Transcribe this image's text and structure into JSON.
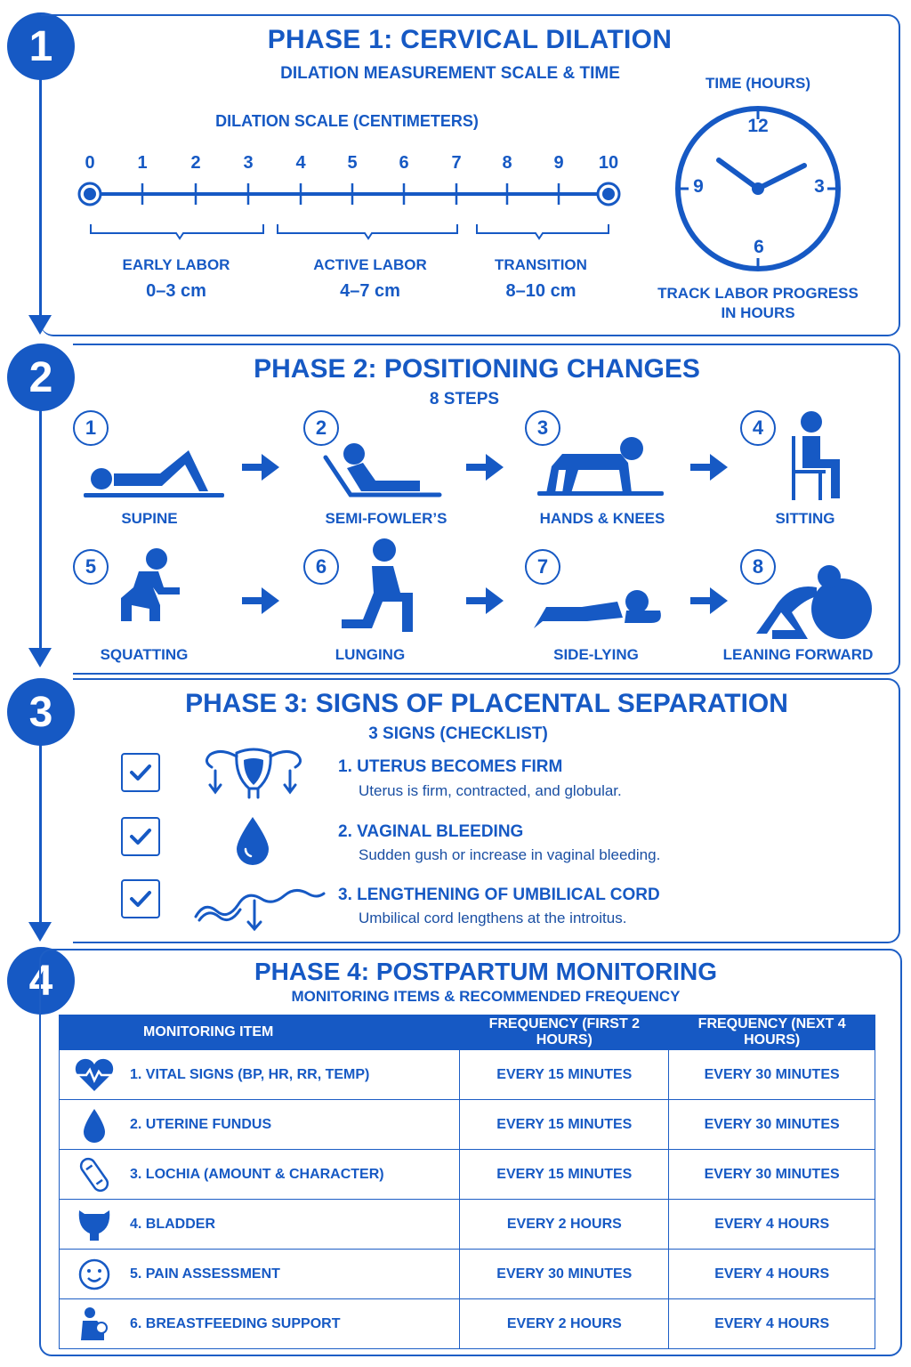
{
  "phase1": {
    "number": "1",
    "title": "PHASE 1: CERVICAL DILATION",
    "subtitle": "DILATION MEASUREMENT SCALE & TIME",
    "scale_label": "DILATION SCALE (CENTIMETERS)",
    "ticks": [
      "0",
      "1",
      "2",
      "3",
      "4",
      "5",
      "6",
      "7",
      "8",
      "9",
      "10"
    ],
    "stages": [
      {
        "name": "EARLY LABOR",
        "range": "0–3 cm"
      },
      {
        "name": "ACTIVE LABOR",
        "range": "4–7 cm"
      },
      {
        "name": "TRANSITION",
        "range": "8–10 cm"
      }
    ],
    "clock": {
      "label": "TIME (HOURS)",
      "n12": "12",
      "n3": "3",
      "n6": "6",
      "n9": "9",
      "caption_line1": "TRACK LABOR PROGRESS",
      "caption_line2": "IN HOURS"
    }
  },
  "phase2": {
    "number": "2",
    "title": "PHASE 2: POSITIONING CHANGES",
    "subtitle": "8 STEPS",
    "steps": [
      {
        "num": "1",
        "name": "SUPINE"
      },
      {
        "num": "2",
        "name": "SEMI-FOWLER’S"
      },
      {
        "num": "3",
        "name": "HANDS & KNEES"
      },
      {
        "num": "4",
        "name": "SITTING"
      },
      {
        "num": "5",
        "name": "SQUATTING"
      },
      {
        "num": "6",
        "name": "LUNGING"
      },
      {
        "num": "7",
        "name": "SIDE-LYING"
      },
      {
        "num": "8",
        "name": "LEANING FORWARD"
      }
    ]
  },
  "phase3": {
    "number": "3",
    "title": "PHASE 3: SIGNS OF PLACENTAL SEPARATION",
    "subtitle": "3 SIGNS (CHECKLIST)",
    "signs": [
      {
        "title": "1. UTERUS BECOMES FIRM",
        "desc": "Uterus is firm, contracted, and globular.",
        "icon": "uterus-icon"
      },
      {
        "title": "2. VAGINAL BLEEDING",
        "desc": "Sudden gush or increase in vaginal bleeding.",
        "icon": "blood-drop-icon"
      },
      {
        "title": "3. LENGTHENING OF UMBILICAL CORD",
        "desc": "Umbilical cord lengthens at the introitus.",
        "icon": "umbilical-cord-icon"
      }
    ]
  },
  "phase4": {
    "number": "4",
    "title": "PHASE 4: POSTPARTUM MONITORING",
    "subtitle": "MONITORING ITEMS & RECOMMENDED FREQUENCY",
    "headers": [
      "MONITORING ITEM",
      "FREQUENCY (FIRST 2 HOURS)",
      "FREQUENCY (NEXT 4 HOURS)"
    ],
    "rows": [
      {
        "item": "1. VITAL SIGNS (BP, HR, RR, TEMP)",
        "first": "EVERY 15 MINUTES",
        "next": "EVERY 30 MINUTES",
        "icon": "heart-pulse-icon"
      },
      {
        "item": "2. UTERINE FUNDUS",
        "first": "EVERY 15 MINUTES",
        "next": "EVERY 30 MINUTES",
        "icon": "drop-icon"
      },
      {
        "item": "3. LOCHIA (AMOUNT & CHARACTER)",
        "first": "EVERY 15 MINUTES",
        "next": "EVERY 30 MINUTES",
        "icon": "pad-icon"
      },
      {
        "item": "4. BLADDER",
        "first": "EVERY 2 HOURS",
        "next": "EVERY 4 HOURS",
        "icon": "bladder-icon"
      },
      {
        "item": "5. PAIN ASSESSMENT",
        "first": "EVERY 30 MINUTES",
        "next": "EVERY 4 HOURS",
        "icon": "smiley-icon"
      },
      {
        "item": "6. BREASTFEEDING SUPPORT",
        "first": "EVERY 2 HOURS",
        "next": "EVERY 4 HOURS",
        "icon": "breastfeeding-icon"
      }
    ]
  }
}
